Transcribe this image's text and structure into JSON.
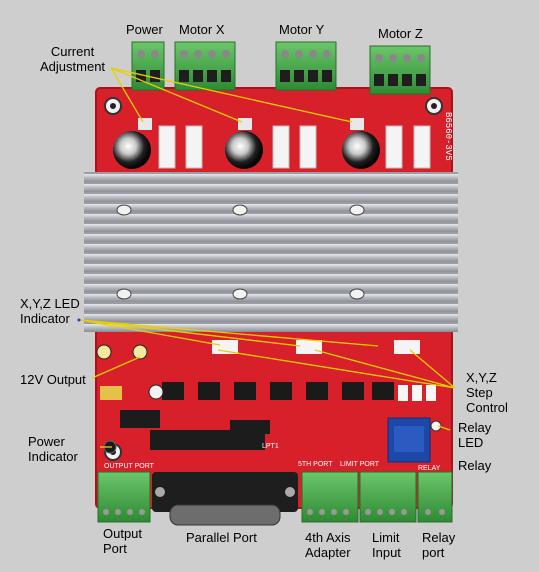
{
  "labels": {
    "power": "Power",
    "motor_x": "Motor X",
    "motor_y": "Motor Y",
    "motor_z": "Motor Z",
    "current_adjustment": "Current\nAdjustment",
    "xyz_led_indicator": "X,Y,Z LED\nIndicator",
    "output_12v": "12V Output",
    "power_indicator": "Power\nIndicator",
    "xyz_step_control": "X,Y,Z\nStep\nControl",
    "relay_led": "Relay\nLED",
    "relay": "Relay",
    "output_port": "Output\nPort",
    "parallel_port": "Parallel Port",
    "axis4_adapter": "4th Axis\nAdapter",
    "limit_input": "Limit\nInput",
    "relay_port": "Relay\nport"
  },
  "board_text": {
    "model": "B6560-3V5",
    "output_port_silk": "OUTPUT PORT",
    "axis5_silk": "5TH PORT",
    "limit_silk": "LIMIT PORT",
    "relay_silk": "RELAY",
    "lpt_silk": "LPT1"
  },
  "colors": {
    "background": "#cfcece",
    "pcb": "#d8202a",
    "terminal": "#4aa84a",
    "heatsink": "#b9bcc2",
    "leader": "#e8d000"
  }
}
